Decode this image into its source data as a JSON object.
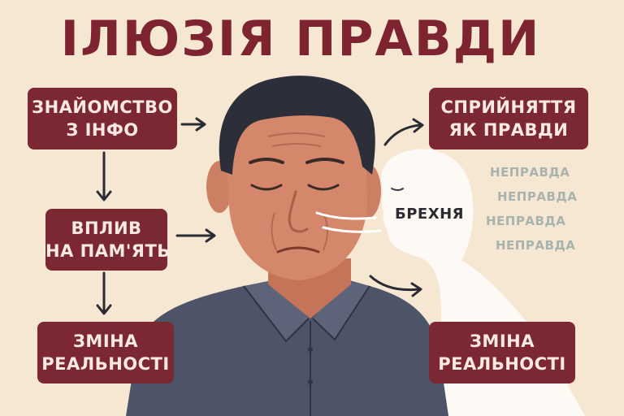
{
  "title": "ІЛЮЗІЯ ПРАВДИ",
  "boxes": {
    "familiarity": [
      "ЗНАЙОМСТВО",
      "З ІНФО"
    ],
    "memory": [
      "ВПЛИВ",
      "НА ПАМ'ЯТЬ"
    ],
    "reality_left": [
      "ЗМІНА",
      "РЕАЛЬНОСТІ"
    ],
    "perception": [
      "СПРИЙНЯТТЯ",
      "ЯК ПРАВДИ"
    ],
    "reality_right": [
      "ЗМІНА",
      "РЕАЛЬНОСТІ"
    ]
  },
  "lie_label": "БРЕХНЯ",
  "untruths": [
    "НЕПРАВДА",
    "НЕПРАВДА",
    "НЕПРАВДА",
    "НЕПРАВДА"
  ],
  "colors": {
    "background": "#f6e7d3",
    "box": "#7b2832",
    "title": "#7d2430",
    "shirt": "#4d5468",
    "skin": "#d4876a",
    "hair": "#2c2f3a",
    "arrow": "#2b2b33",
    "ghost": "#ffffff",
    "untruth": "#a9b3ad"
  },
  "icons": [
    "man-eyes-closed-illustration",
    "whispering-ghost-figure"
  ]
}
